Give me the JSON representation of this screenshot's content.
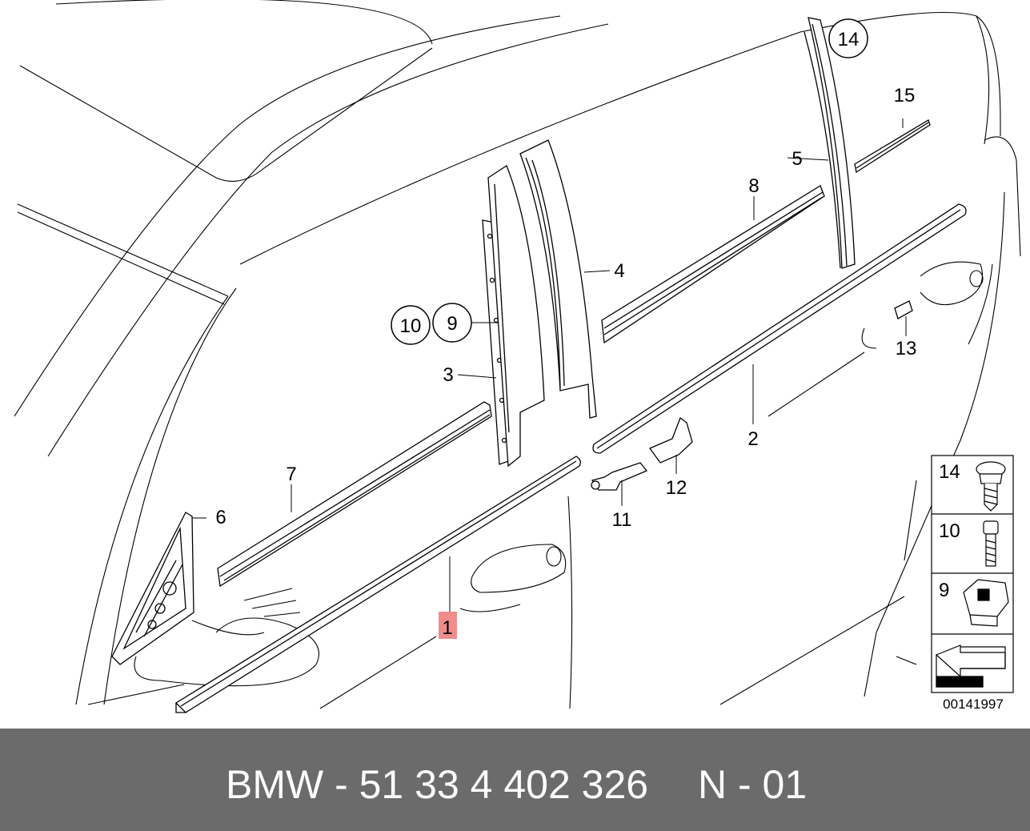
{
  "callouts": {
    "c1": "1",
    "c2": "2",
    "c3": "3",
    "c4": "4",
    "c5": "5",
    "c6": "6",
    "c7": "7",
    "c8": "8",
    "c9": "9",
    "c10": "10",
    "c11": "11",
    "c12": "12",
    "c13": "13",
    "c14": "14",
    "c15": "15"
  },
  "legend": {
    "items": [
      "14",
      "10",
      "9"
    ]
  },
  "diagram_id": "00141997",
  "highlight_color": "#f08c8c",
  "footer": {
    "part_number": "BMW - 51 33 4 402 326",
    "page_code": "N - 01",
    "background": "#6b6b6b",
    "text_color": "#ffffff"
  }
}
